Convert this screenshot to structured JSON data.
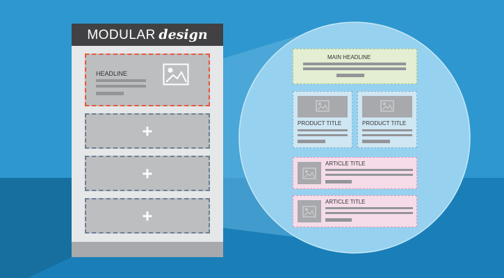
{
  "colors": {
    "background": "#2e97cf",
    "floor": "#1a7fb8",
    "document": "#e6e7e8",
    "header": "#414042",
    "selected_border": "#e8563a",
    "module_fill": "#bcbec0",
    "headline_box": "#e3eed2",
    "product_box": "#cfe6f3",
    "article_box": "#f5dce8"
  },
  "document": {
    "title_main": "MODULAR",
    "title_accent": "design",
    "headline_module": {
      "label": "HEADLINE",
      "icon": "image-icon"
    },
    "empty_modules": [
      {
        "icon": "plus-icon",
        "symbol": "+"
      },
      {
        "icon": "plus-icon",
        "symbol": "+"
      },
      {
        "icon": "plus-icon",
        "symbol": "+"
      }
    ]
  },
  "zoom": {
    "main_headline": "MAIN HEADLINE",
    "products": [
      {
        "label": "PRODUCT TITLE",
        "icon": "image-icon"
      },
      {
        "label": "PRODUCT TITLE",
        "icon": "image-icon"
      }
    ],
    "articles": [
      {
        "label": "ARTICLE TITLE",
        "icon": "image-icon"
      },
      {
        "label": "ARTICLE TITLE",
        "icon": "image-icon"
      }
    ]
  }
}
